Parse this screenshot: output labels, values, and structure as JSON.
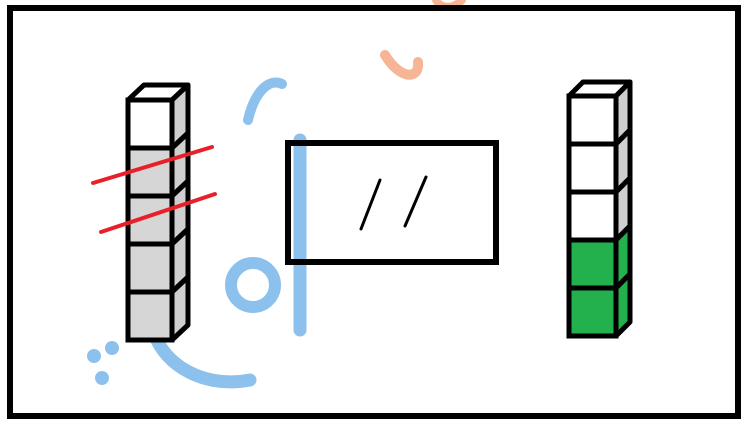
{
  "colors": {
    "frame_stroke": "#000000",
    "cube_outline": "#000000",
    "empty_fill": "#ffffff",
    "gray_fill": "#d6d6d6",
    "gray_side": "#cfcfcf",
    "green_fill": "#22b14c",
    "strike_red": "#e8202a",
    "watermark_blue": "#2f8fe0",
    "watermark_orange": "#f07b3f"
  },
  "left_tower": {
    "total_cubes": 5,
    "cubes_from_top": [
      "white",
      "gray",
      "gray",
      "gray",
      "gray"
    ],
    "crossed_out_cubes": 2
  },
  "right_tower": {
    "total_cubes": 5,
    "cubes_from_top": [
      "white",
      "white",
      "white",
      "green",
      "green"
    ]
  },
  "answer_box": {
    "content": "//"
  },
  "watermark": {
    "description_icon": "watermark-logo"
  }
}
